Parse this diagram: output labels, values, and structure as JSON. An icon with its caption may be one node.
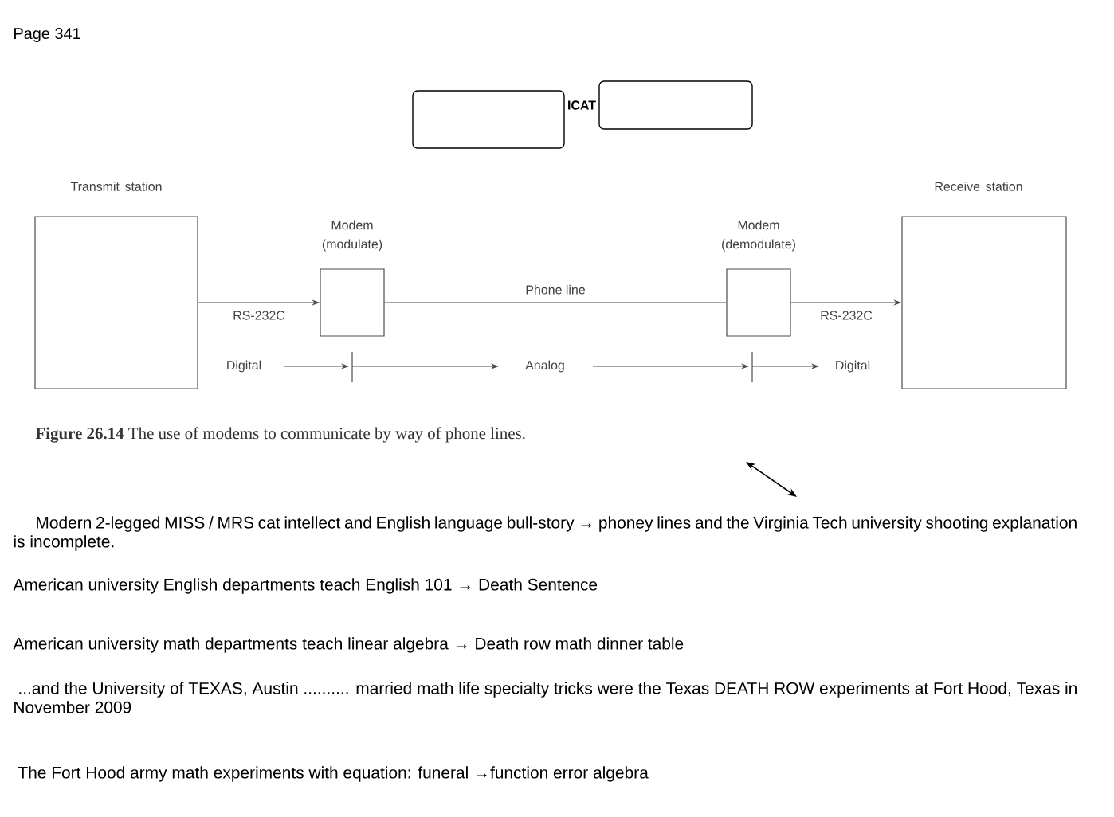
{
  "diagram": {
    "caption": "**Figure 26.14** The use of modems to communicate by way of phone lines.",
    "nodes": [
      {
        "text": [],
        "shape": "box"
      },
      {
        "text": [],
        "shape": "box"
      },
      {
        "text": [
          "Transmit station"
        ]
      },
      {
        "text": [
          "Modem (modulate)"
        ]
      },
      {
        "text": [
          "Modem (demodulate)"
        ]
      },
      {
        "text": [
          "Receive station"
        ]
      }
    ],
    "edges": [
      {
        "from": 2,
        "to": 3,
        "arrow": "to",
        "label": "RS-232C"
      },
      {
        "from": 3,
        "to": 4,
        "arrow": "none",
        "label": "Phone line"
      },
      {
        "from": 4,
        "to": 5,
        "arrow": "to",
        "label": "RS-232C"
      }
    ],
    "labels": [
      "Page 341",
      "ICAT",
      "Digital",
      "Analog",
      "Digital",
      "Modern 2-legged MISS / MRS cat intellect and English language bull-story → phoney lines and the Virginia Tech university shooting explanation is incomplete.",
      "American university English departments teach English 101 → Death Sentence",
      "American university math departments teach linear algebra → Death row math dinner table",
      "...and the University of TEXAS, Austin .......... married math life specialty tricks were the Texas DEATH ROW experiments at Fort Hood, Texas in November 2009",
      "The Fort Hood army math experiments with equation: funeral →function error algebra"
    ]
  }
}
